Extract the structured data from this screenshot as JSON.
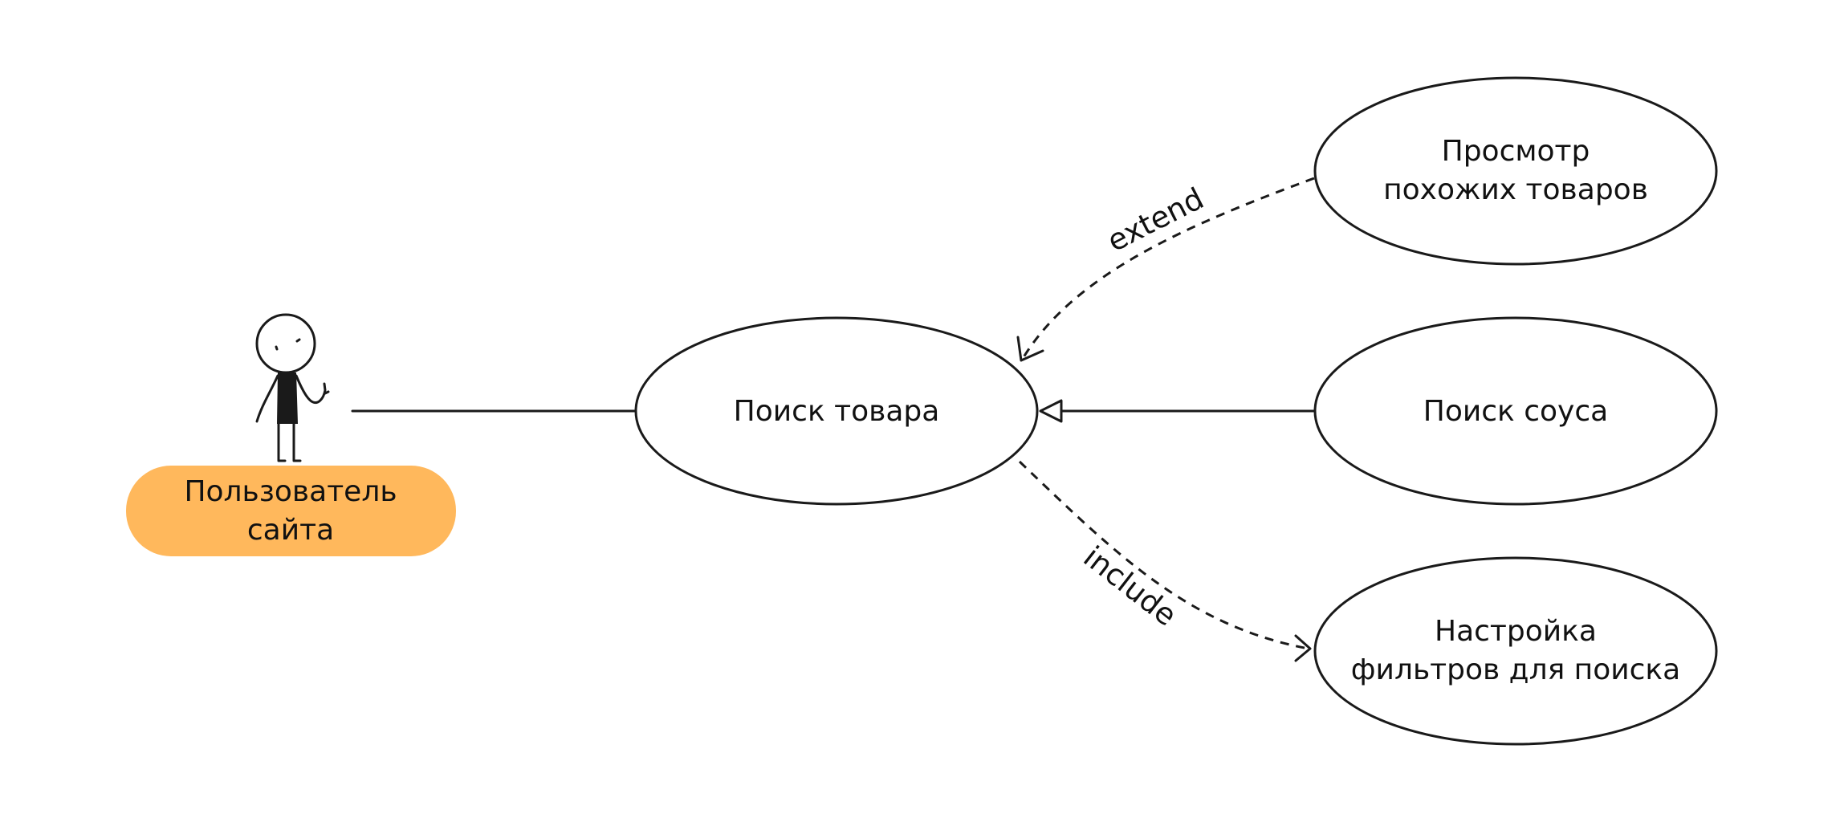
{
  "colors": {
    "actor_badge": "#ffb85c",
    "stroke": "#1a1a1a",
    "background": "#ffffff"
  },
  "actor": {
    "icon": "stick-figure-user-icon",
    "label_line1": "Пользователь",
    "label_line2": "сайта"
  },
  "use_cases": {
    "main": {
      "label": "Поиск товара"
    },
    "similar": {
      "line1": "Просмотр",
      "line2": "похожих товаров"
    },
    "sauce": {
      "label": "Поиск соуса"
    },
    "filters": {
      "line1": "Настройка",
      "line2": "фильтров для поиска"
    }
  },
  "relations": {
    "extend_label": "extend",
    "include_label": "include"
  }
}
